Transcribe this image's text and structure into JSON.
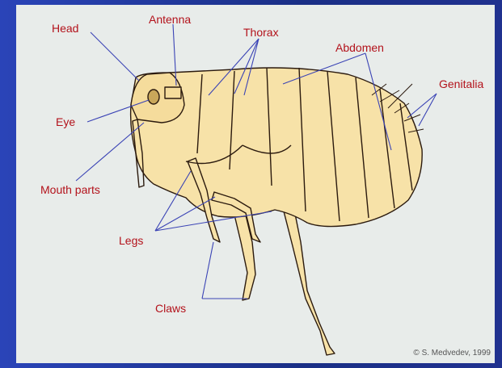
{
  "labels": {
    "head": "Head",
    "antenna": "Antenna",
    "thorax": "Thorax",
    "abdomen": "Abdomen",
    "genitalia": "Genitalia",
    "eye": "Eye",
    "mouth_parts": "Mouth parts",
    "legs": "Legs",
    "claws": "Claws"
  },
  "credit": "© S. Medvedev, 1999",
  "colors": {
    "background": "#1f3a8a",
    "panel": "#e8ecea",
    "body_fill": "#f7e2a8",
    "outline": "#2b1a0e",
    "label_text": "#b3121b",
    "leader_line": "#3a43b5"
  }
}
